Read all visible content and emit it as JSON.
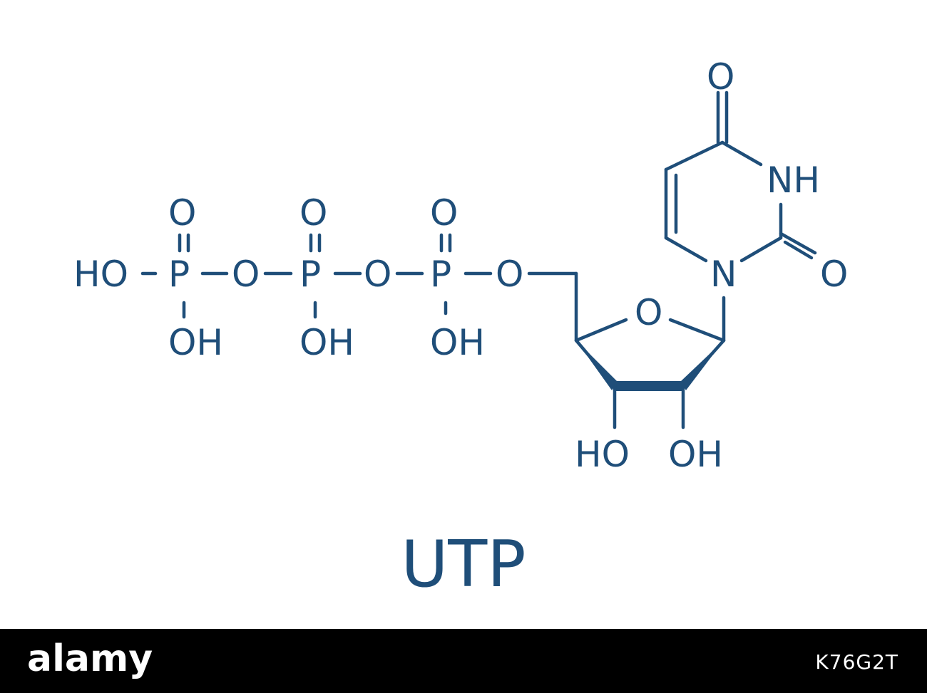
{
  "molecule": {
    "name": "UTP",
    "atom_labels": {
      "ho_left": "HO",
      "p1": "P",
      "p1_o_top": "O",
      "p1_oh": "OH",
      "o_bridge1": "O",
      "p2": "P",
      "p2_o_top": "O",
      "p2_oh": "OH",
      "o_bridge2": "O",
      "p3": "P",
      "p3_o_top": "O",
      "p3_oh": "OH",
      "o_ester": "O",
      "ring_o": "O",
      "sugar_ho": "HO",
      "sugar_oh": "OH",
      "n1": "N",
      "nh": "NH",
      "c4_o": "O",
      "c2_o": "O"
    }
  },
  "watermark": {
    "logo": "alamy",
    "image_code": "K76G2T"
  },
  "colors": {
    "structure": "#1f4e79",
    "background": "#ffffff",
    "watermark_bar": "#000000"
  }
}
